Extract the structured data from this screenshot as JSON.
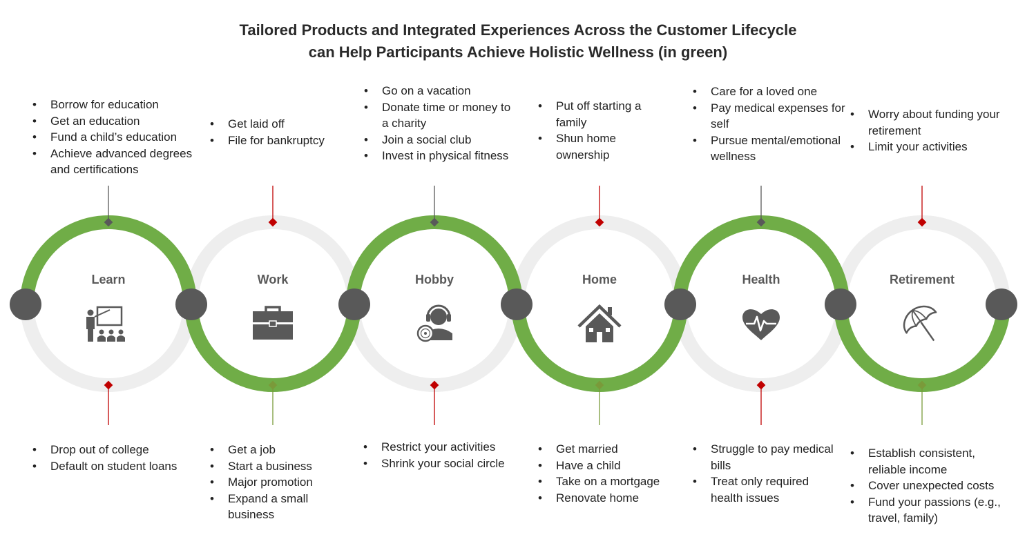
{
  "title": {
    "line1": "Tailored Products and Integrated Experiences Across the Customer Lifecycle",
    "line2": "can Help Participants Achieve Holistic Wellness (in green)"
  },
  "colors": {
    "positive_ring": "#70ad47",
    "negative_ring": "#eeeeee",
    "node": "#595959",
    "positive_connector": "#595959",
    "negative_connector": "#c00000",
    "positive_lower_connector": "#7a9a3a",
    "icon": "#595959"
  },
  "stages": [
    {
      "name": "Learn",
      "icon": "teacher-classroom-icon",
      "top_in_green": true,
      "top_items": [
        "Borrow for education",
        "Get an education",
        "Fund a child’s education",
        "Achieve advanced degrees and certifications"
      ],
      "bottom_items": [
        "Drop out of college",
        "Default on student loans"
      ]
    },
    {
      "name": "Work",
      "icon": "briefcase-icon",
      "top_in_green": false,
      "top_items": [
        "Get laid off",
        "File for bankruptcy"
      ],
      "bottom_items": [
        "Get a job",
        "Start a business",
        "Major promotion",
        "Expand a small business"
      ]
    },
    {
      "name": "Hobby",
      "icon": "headphones-record-icon",
      "top_in_green": true,
      "top_items": [
        "Go on a vacation",
        "Donate time or money to a charity",
        "Join a social club",
        "Invest in physical fitness"
      ],
      "bottom_items": [
        "Restrict your activities",
        "Shrink your social circle"
      ]
    },
    {
      "name": "Home",
      "icon": "house-icon",
      "top_in_green": false,
      "top_items": [
        "Put off starting a family",
        "Shun home ownership"
      ],
      "bottom_items": [
        "Get married",
        "Have a child",
        "Take on a mortgage",
        "Renovate home"
      ]
    },
    {
      "name": "Health",
      "icon": "heart-pulse-icon",
      "top_in_green": true,
      "top_items": [
        "Care for a loved one",
        "Pay medical expenses for self",
        "Pursue mental/emotional wellness"
      ],
      "bottom_items": [
        "Struggle to pay medical bills",
        "Treat only required health issues"
      ]
    },
    {
      "name": "Retirement",
      "icon": "umbrella-icon",
      "top_in_green": false,
      "top_items": [
        "Worry about funding your retirement",
        "Limit your activities"
      ],
      "bottom_items": [
        "Establish consistent, reliable income",
        "Cover unexpected costs",
        "Fund your passions (e.g., travel, family)"
      ]
    }
  ]
}
